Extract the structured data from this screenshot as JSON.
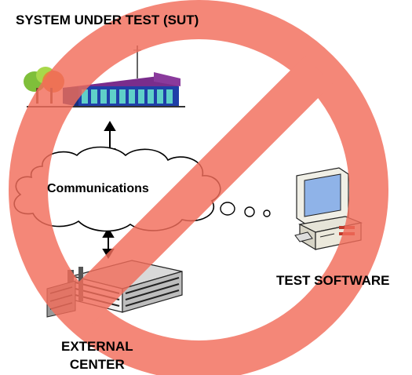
{
  "labels": {
    "sut_title": "SYSTEM UNDER TEST (SUT)",
    "communications": "Communications",
    "test_software": "TEST SOFTWARE",
    "external_center_line1": "EXTERNAL",
    "external_center_line2": "CENTER"
  },
  "colors": {
    "prohibition_sign": "#f26d5b",
    "sut_building_roof": "#7a2d8c",
    "sut_building_walls": "#1f3fa8",
    "sut_windows": "#5fd0c8",
    "tree_foliage": "#7fbf3a",
    "monitor_screen": "#8fb3e8",
    "computer_accent": "#c0392b"
  },
  "icons": {
    "sut": "office-building-icon",
    "external_center": "industrial-building-icon",
    "test_station": "desktop-computer-icon",
    "communications": "cloud-icon",
    "prohibition": "no-symbol-icon"
  }
}
